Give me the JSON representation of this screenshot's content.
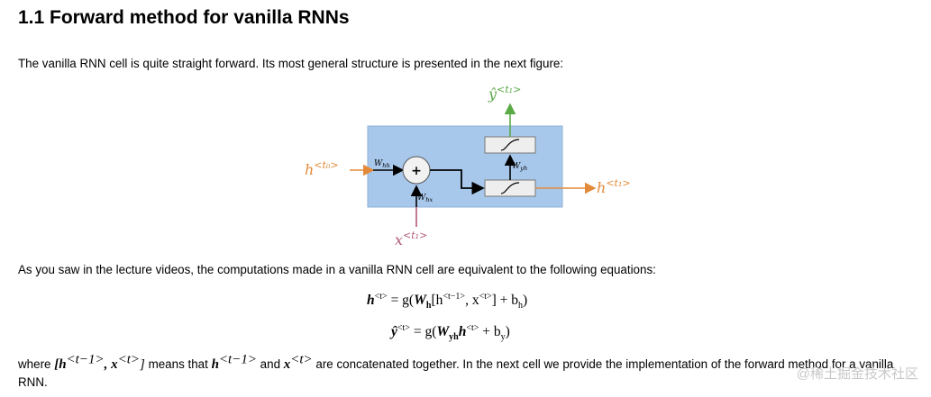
{
  "heading": "1.1 Forward method for vanilla RNNs",
  "intro_text": "The vanilla RNN cell is quite straight forward. Its most general structure is presented in the next figure:",
  "figure": {
    "output_label": "ŷ",
    "output_sup": "<t₁>",
    "prev_state_label": "h",
    "prev_state_sup": "<t₀>",
    "next_state_label": "h",
    "next_state_sup": "<t₁>",
    "input_label": "x",
    "input_sup": "<t₁>",
    "plus_symbol": "+",
    "w_hh": "W",
    "w_hh_sub": "hh",
    "w_hx": "W",
    "w_hx_sub": "hx",
    "w_yh": "W",
    "w_yh_sub": "yh",
    "colors": {
      "box": "#a8c8eb",
      "state": "#f0a05a",
      "input": "#b05a78",
      "output": "#5aaa46"
    }
  },
  "lead_text": "As you saw in the lecture videos, the computations made in a vanilla RNN cell are equivalent to the following equations:",
  "equations": {
    "eq1": {
      "h": "h",
      "h_sup": "<t>",
      "eq_sign": " = g(",
      "W": "W",
      "W_sub": "h",
      "bracket_h": "[h",
      "bracket_h_sup": "<t−1>",
      "comma_x": ", x",
      "comma_x_sup": "<t>",
      "plus_b": "] + b",
      "b_sub": "h",
      "close": ")"
    },
    "eq2": {
      "y": "ŷ",
      "y_sup": "<t>",
      "eq_sign": " = g(",
      "W": "W",
      "W_sub": "yh",
      "h": "h",
      "h_sup": "<t>",
      "plus_b": " + b",
      "b_sub": "y",
      "close": ")"
    }
  },
  "where_text": {
    "p1": "where ",
    "m1": "[h",
    "m1_sup": "<t−1>",
    "m1b": ", x",
    "m1b_sup": "<t>",
    "m1c": "]",
    "p2": " means that ",
    "m2": "h",
    "m2_sup": "<t−1>",
    "p3": " and ",
    "m3": "x",
    "m3_sup": "<t>",
    "p4": " are concatenated together. In the next cell we provide the implementation of the forward method for a vanilla RNN."
  },
  "watermark": "@稀土掘金技术社区"
}
